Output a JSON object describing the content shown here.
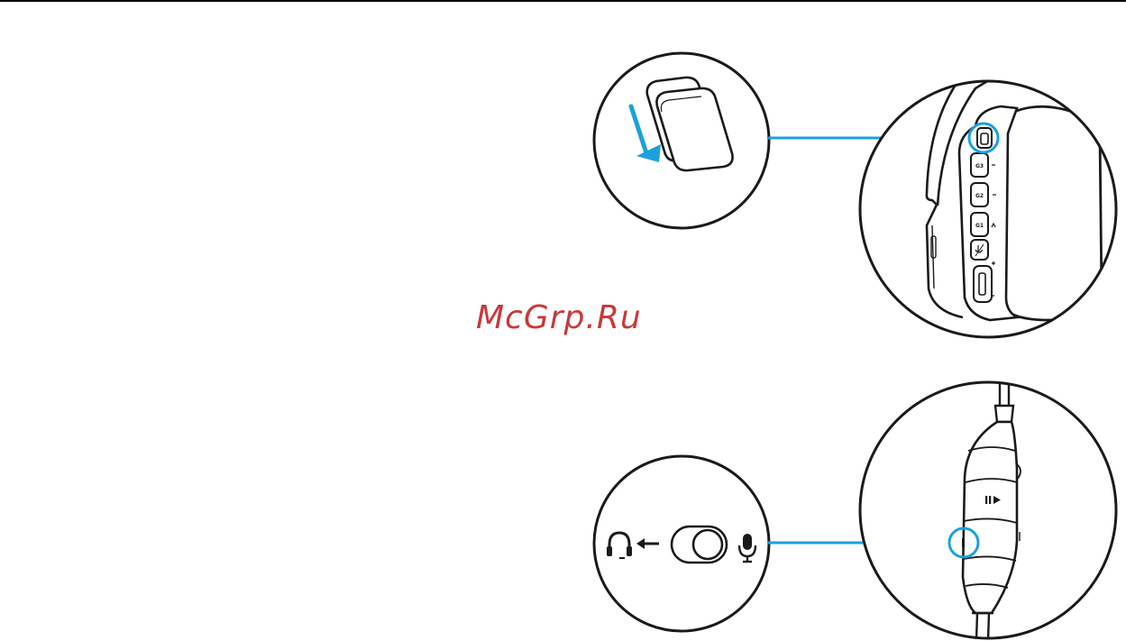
{
  "watermark": {
    "text": "McGrp.Ru",
    "color": "#c62828"
  },
  "colors": {
    "accent": "#1ba1dc",
    "ink": "#1a1a1a",
    "background": "#ffffff"
  },
  "headset_buttons": [
    "G3",
    "G2",
    "G1"
  ],
  "icons": [
    "slide-down-arrow-icon",
    "headphone-icon",
    "left-arrow-icon",
    "microphone-icon",
    "play-pause-icon"
  ]
}
